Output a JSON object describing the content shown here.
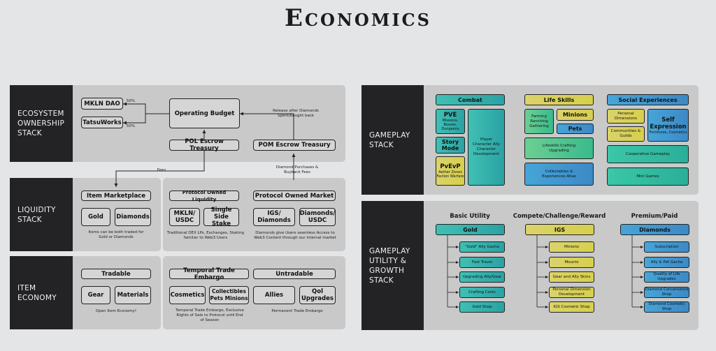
{
  "title": "Economics",
  "ecosystem": {
    "label": "ECOSYSTEM OWNERSHIP STACK",
    "mkln_dao": "MKLN DAO",
    "tatsuworks": "TatsuWorks",
    "pct_top": "50%",
    "pct_bottom": "50%",
    "operating_budget": "Operating Budget",
    "pol_escrow": "POL Escrow Treasury",
    "pom_escrow": "POM Escrow Treasury",
    "release_note": "Release after Diamonds Spent/bought back"
  },
  "fees_note": "Fees",
  "diamond_purchases_note": "Diamond Purchases & Buyback Fees",
  "liquidity": {
    "label": "LIQUIDITY STACK",
    "item_marketplace": "Item Marketplace",
    "gold": "Gold",
    "diamonds": "Diamonds",
    "marketplace_note": "Items can be both traded for Gold or Diamonds",
    "pol": "Protocol Owned Liquidity",
    "mkln_usdc": "MKLN/ USDC",
    "single_side": "Single Side Stake",
    "pol_note": "Traditional DEX LPs, Exchanges, Staking familiar to Web3 Users",
    "pom": "Protocol Owned Market",
    "igs_diamonds": "IGS/ Diamonds",
    "diamonds_usdc": "Diamonds/ USDC",
    "pom_note": "Diamonds give Users seamless Access to Web3 Content through our internal market"
  },
  "item_economy": {
    "label": "ITEM ECONOMY",
    "tradable": "Tradable",
    "gear": "Gear",
    "materials": "Materials",
    "tradable_note": "Open Item Economy!",
    "temporal": "Temporal Trade Embargo",
    "cosmetics": "Cosmetics",
    "collectibles": "Collectibles Pets Minions",
    "temporal_note": "Temporal Trade Embargo, Exclusive Rights of Sale to Protocol until End of Season",
    "untradable": "Untradable",
    "allies": "Allies",
    "qol": "Qol Upgrades",
    "untradable_note": "Permanent Trade Embargo"
  },
  "gameplay": {
    "label": "GAMEPLAY STACK",
    "combat": "Combat",
    "pve": "PVE",
    "pve_sub": "Missions, Bosses, Dungeons",
    "story": "Story Mode",
    "pvevp": "PvEvP",
    "pvevp_sub": "Aether Zones Faction Warfare",
    "player_char": "Player Character Ally Character Development",
    "life_skills": "Life Skills",
    "farming": "Farming Ranching Gathering",
    "minions": "Minions",
    "pets": "Pets",
    "lifeskills_crafting": "Lifeskills Crafting Upgrading",
    "collectables": "Collectables & Experiences Atlas",
    "social": "Social Experiences",
    "personal_dimensions": "Personal Dimensions",
    "communities": "Communities & Guilds",
    "self_expression": "Self Expression",
    "self_expression_sub": "Furnitures, Cosmetics",
    "coop": "Cooperative Gameplay",
    "mini_games": "Mini Games"
  },
  "utility": {
    "label": "GAMEPLAY UTILITY & GROWTH STACK",
    "col1_title": "Basic Utility",
    "col2_title": "Compete/Challenge/Reward",
    "col3_title": "Premium/Paid",
    "gold": "Gold",
    "igs": "IGS",
    "diamonds": "Diamonds",
    "gold_items": [
      "\"Gold\" Ally Gacha",
      "Fast Travel",
      "Upgrading Ally/Gear",
      "Crafting Costs",
      "Gold Shop"
    ],
    "igs_items": [
      "Minions",
      "Mounts",
      "Gear and Ally Skins",
      "Personal Dimension Development",
      "IGS Cosmetic Shop"
    ],
    "diamond_items": [
      "Subscription",
      "Ally & Pet Gacha",
      "Quality of Life Upgrades",
      "Diamond Convenience Shop",
      "Diamond Cosmetic Shop"
    ]
  }
}
